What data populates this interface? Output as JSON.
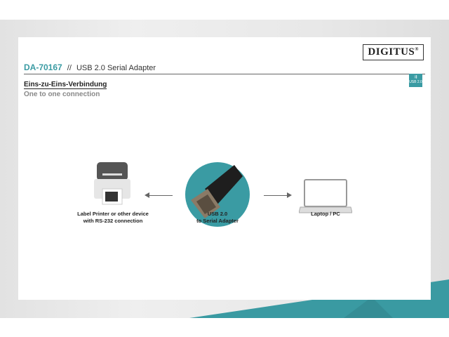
{
  "brand": {
    "logo_text": "DIGITUS",
    "registered": "®"
  },
  "header": {
    "product_code": "DA-70167",
    "separator": "//",
    "title": "USB 2.0 Serial Adapter"
  },
  "badge": {
    "icon": "usb-icon",
    "label": "USB 2.0"
  },
  "section": {
    "title_de": "Eins-zu-Eins-Verbindung",
    "title_en": "One to one connection"
  },
  "diagram": {
    "left": {
      "icon": "label-printer-icon",
      "line1": "Label Printer or other device",
      "line2": "with RS-232 connection"
    },
    "center": {
      "icon": "usb-serial-adapter-icon",
      "line1": "USB 2.0",
      "line2": "to Serial Adapter"
    },
    "right": {
      "icon": "laptop-icon",
      "line1": "Laptop / PC"
    }
  },
  "colors": {
    "accent": "#3a9ba3",
    "text": "#222222",
    "subtle": "#888888"
  }
}
